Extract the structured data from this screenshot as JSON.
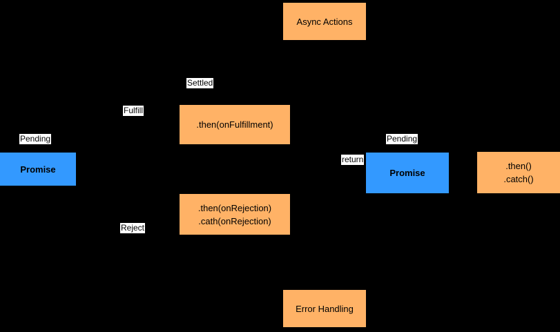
{
  "diagram": {
    "background_color": "#000000",
    "colors": {
      "action_node": "#FFB266",
      "promise_node": "#3399FF",
      "edge_label_bg": "#FFFFFF",
      "text": "#000000"
    },
    "nodes": {
      "async_actions": {
        "label": "Async Actions"
      },
      "then_fulfillment": {
        "label": ".then(onFulfillment)"
      },
      "promise_left": {
        "label": "Promise"
      },
      "promise_right": {
        "label": "Promise"
      },
      "then_catch": {
        "line1": ".then()",
        "line2": ".catch()"
      },
      "then_rejection": {
        "line1": ".then(onRejection)",
        "line2": ".cath(onRejection)"
      },
      "error_handling": {
        "label": "Error Handling"
      }
    },
    "edge_labels": {
      "settled": "Settled",
      "fulfill": "Fulfill",
      "pending_left": "Pending",
      "return_label": "return",
      "pending_right": "Pending",
      "reject": "Reject"
    }
  }
}
